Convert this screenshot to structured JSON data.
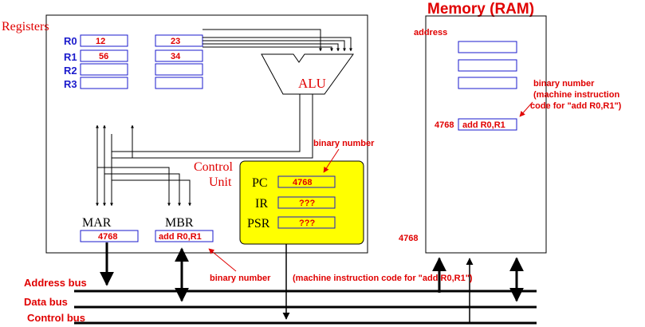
{
  "cpu": {
    "title": "Registers",
    "registers": [
      {
        "name": "R0",
        "col1": "12",
        "col2": "23"
      },
      {
        "name": "R1",
        "col1": "56",
        "col2": "34"
      },
      {
        "name": "R2",
        "col1": "",
        "col2": ""
      },
      {
        "name": "R3",
        "col1": "",
        "col2": ""
      }
    ],
    "alu_label": "ALU",
    "control_unit_line1": "Control",
    "control_unit_line2": "Unit",
    "control_registers": [
      {
        "name": "PC",
        "value": "4768"
      },
      {
        "name": "IR",
        "value": "???"
      },
      {
        "name": "PSR",
        "value": "???"
      }
    ],
    "binary_number_label": "binary number",
    "mar": {
      "label": "MAR",
      "value": "4768"
    },
    "mbr": {
      "label": "MBR",
      "value": "add R0,R1"
    }
  },
  "memory": {
    "title": "Memory (RAM)",
    "address_label": "address",
    "annotation_line1": "binary number",
    "annotation_line2": "(machine instruction",
    "annotation_line3": "code for \"add R0,R1\")",
    "cell_address": "4768",
    "cell_value": "add R0,R1",
    "bottom_address": "4768"
  },
  "buses": {
    "address_bus": "Address bus",
    "data_bus": "Data bus",
    "control_bus": "Control bus",
    "annotation_part1": "binary number",
    "annotation_part2": "(machine instruction code for \"add R0,R1\")"
  },
  "colors": {
    "red": "#e00000",
    "blue": "#1a1acc",
    "yellow": "#ffff00"
  }
}
